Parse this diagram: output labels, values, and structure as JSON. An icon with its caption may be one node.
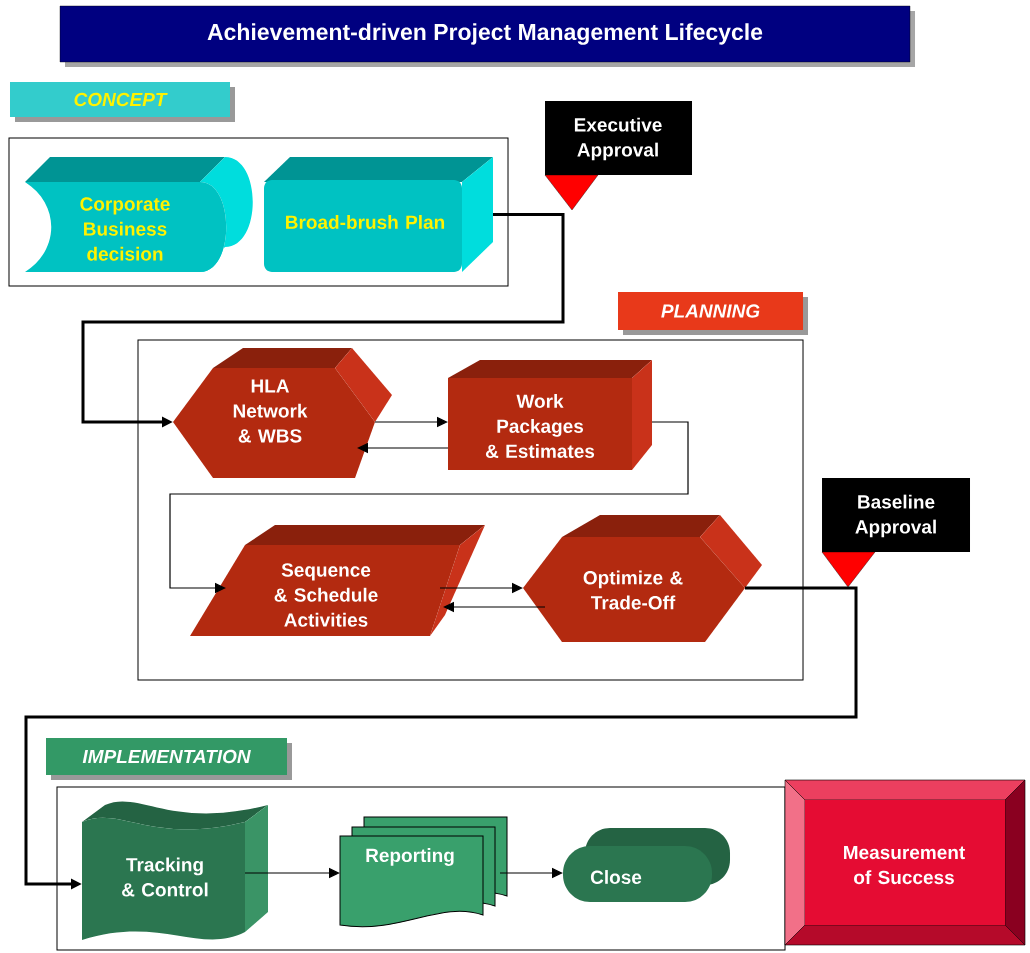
{
  "diagram": {
    "title": "Achievement-driven Project Management Lifecycle",
    "nodes": [
      {
        "text": [
          "CONCEPT"
        ]
      },
      {
        "text": [
          "Corporate Business decision"
        ],
        "in": 0
      },
      {
        "text": [
          "Broad-brush Plan"
        ],
        "in": 0
      },
      {
        "text": [
          "Executive Approval"
        ]
      },
      {
        "text": [
          "PLANNING"
        ]
      },
      {
        "text": [
          "HLA Network & WBS"
        ],
        "in": 4
      },
      {
        "text": [
          "Work Packages & Estimates"
        ],
        "in": 4
      },
      {
        "text": [
          "Sequence & Schedule Activities"
        ],
        "in": 4
      },
      {
        "text": [
          "Optimize & Trade-Off"
        ],
        "in": 4
      },
      {
        "text": [
          "Baseline Approval"
        ]
      },
      {
        "text": [
          "IMPLEMENTATION"
        ]
      },
      {
        "text": [
          "Tracking & Control"
        ],
        "in": 10
      },
      {
        "text": [
          "Reporting"
        ],
        "in": 10
      },
      {
        "text": [
          "Close"
        ],
        "in": 10
      },
      {
        "text": [
          "Measurement of Success"
        ]
      }
    ],
    "edges": [
      {
        "from": 2,
        "to": 5,
        "arrow": "to",
        "style": "thick"
      },
      {
        "from": 5,
        "to": 6,
        "arrow": "to"
      },
      {
        "from": 6,
        "to": 5,
        "arrow": "to"
      },
      {
        "from": 6,
        "to": 7,
        "arrow": "to"
      },
      {
        "from": 7,
        "to": 8,
        "arrow": "to"
      },
      {
        "from": 8,
        "to": 7,
        "arrow": "to"
      },
      {
        "from": 8,
        "to": 11,
        "arrow": "to",
        "style": "thick"
      },
      {
        "from": 11,
        "to": 12,
        "arrow": "to"
      },
      {
        "from": 12,
        "to": 13,
        "arrow": "to"
      }
    ]
  }
}
